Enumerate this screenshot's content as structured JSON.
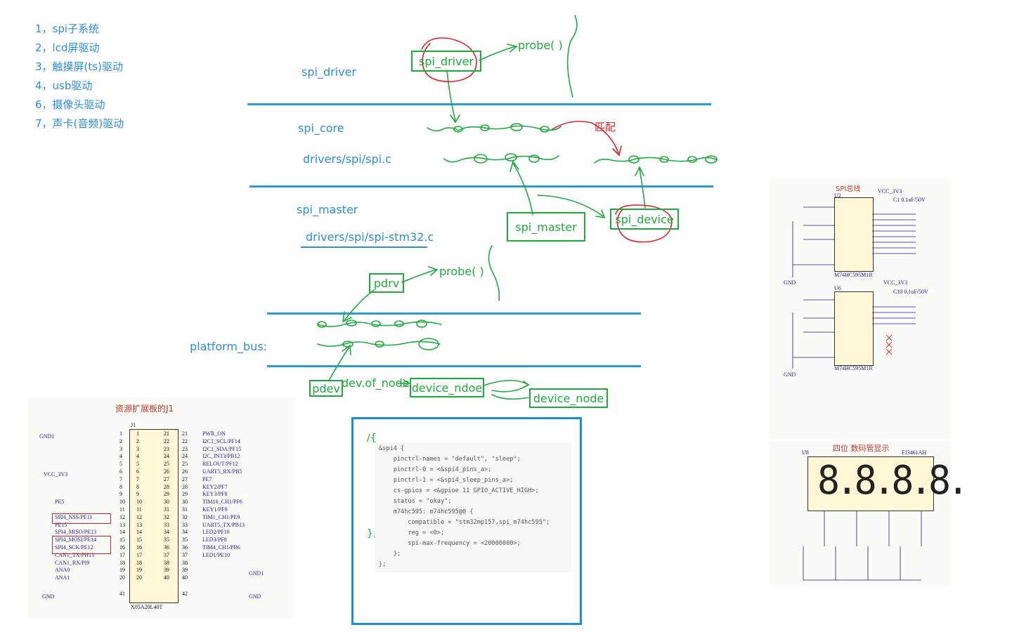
{
  "outline": {
    "items": [
      "1，spi子系统",
      "2，lcd屏驱动",
      "3，触摸屏(ts)驱动",
      "4，usb驱动",
      "6，摄像头驱动",
      "7，声卡(音频)驱动"
    ]
  },
  "layers": {
    "spi_driver": "spi_driver",
    "spi_core": "spi_core",
    "spi_core_file": "drivers/spi/spi.c",
    "spi_master": "spi_master",
    "spi_master_file": "drivers/spi/spi-stm32.c",
    "platform_bus": "platform_bus:"
  },
  "boxes": {
    "spi_driver": "spi_driver",
    "spi_master": "spi_master",
    "spi_device": "spi_device",
    "pdrv": "pdrv",
    "pdev": "pdev",
    "device_ndoe": "device_ndoe",
    "device_node": "device_node"
  },
  "annotations": {
    "probe_top": "probe( )",
    "probe_bottom": "probe(  )",
    "match": "匹配",
    "dev_of_node": "dev.of_node"
  },
  "code": {
    "slash": "/{",
    "close": "};",
    "lines": [
      "&spi4 {",
      "    pinctrl-names = \"default\", \"sleep\";",
      "    pinctrl-0 = <&spi4_pins_a>;",
      "    pinctrl-1 = <&spi4_sleep_pins_a>;",
      "    cs-gpios = <&gpioe 11 GPIO_ACTIVE_HIGH>;",
      "    status = \"okay\";",
      "    m74hc595: m74hc595@0 {",
      "        compatible = \"stm32mp157,spi_m74hc595\";",
      "        reg = <0>;",
      "        spi-max-frequency = <20000000>;",
      "    };",
      "};"
    ]
  },
  "connector": {
    "title": "资源扩展板的J1",
    "ref": "J1",
    "part": "X05A20L40T",
    "left_nets": [
      "GND1",
      "VCC_3V3",
      "GND"
    ],
    "left_signals": [
      "PE5",
      "SPI4_NSS/PE11",
      "PE15",
      "SPI4_MISO/PE13",
      "SPI4_MOSI/PE14",
      "SPI4_SCK/PE12",
      "CAN1_TX/PH13",
      "CAN1_RX/PI9",
      "ANA0",
      "ANA1"
    ],
    "left_pins": [
      "1",
      "2",
      "3",
      "4",
      "5",
      "6",
      "7",
      "8",
      "9",
      "10",
      "11",
      "12",
      "13",
      "14",
      "15",
      "16",
      "17",
      "18",
      "19",
      "20"
    ],
    "right_pins": [
      "21",
      "22",
      "23",
      "24",
      "25",
      "26",
      "27",
      "28",
      "29",
      "30",
      "31",
      "32",
      "33",
      "34",
      "35",
      "36",
      "37",
      "38",
      "39",
      "40"
    ],
    "right_signals": [
      "PWR_ON",
      "I2C1_SCL/PF14",
      "I2C1_SDA/PF15",
      "I2C_INT3/PB12",
      "RELOUT/PF12",
      "UART5_RX/PB5",
      "PE7",
      "KEY2/PF7",
      "KEY3/PF8",
      "TIM16_CH1/PF6",
      "KEY1/PF9",
      "TIM1_CH1/PE9",
      "UART5_TX/PB13",
      "LED2/PF10",
      "LED3/PF8",
      "TIM4_CH1/PB6",
      "LED1/PE10",
      "",
      ""
    ],
    "right_nets": [
      "GND1",
      "GND"
    ],
    "bottom_pins": [
      "41",
      "42"
    ]
  },
  "schematic": {
    "spi_bus_title": "SPI总线",
    "u2": "U2",
    "u6": "U6",
    "chip": "M74HC595M1R",
    "vcc": "VCC_3V3",
    "cap1": "C1  0.1uF/50V",
    "cap10": "C10  0.1uF/50V",
    "gnd": "GND",
    "display_title": "四位 数码管显示",
    "display_ref": "U8",
    "display_part": "FJ3461AH",
    "digit_value": "8.8.8.8."
  },
  "colors": {
    "blue": "#2b8fd6",
    "green": "#1eaa3c",
    "red": "#d8252d",
    "line": "#2b9bd0"
  }
}
